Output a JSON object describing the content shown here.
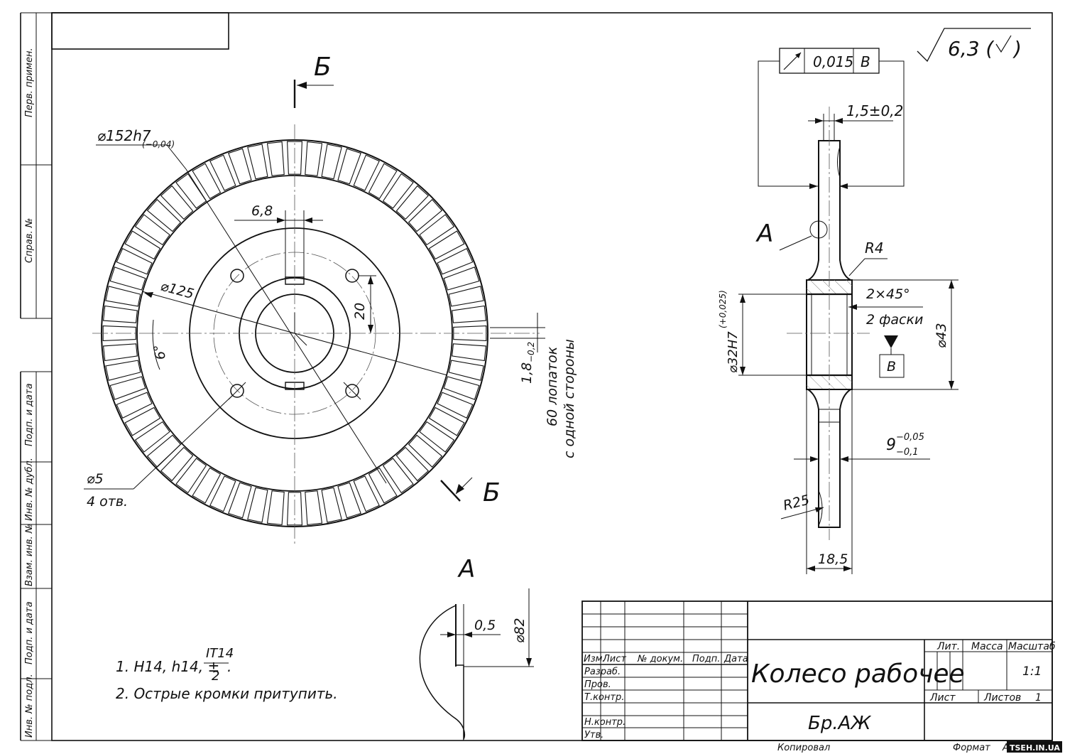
{
  "side_strip": {
    "perv_primen": "Перв. примен.",
    "sprav_no": "Справ. №",
    "podp_data_1": "Подп. и дата",
    "inv_dubl": "Инв. № дубл.",
    "vzam_inv": "Взам. инв. №",
    "podp_data_2": "Подп. и дата",
    "inv_podl": "Инв. № подл."
  },
  "roughness": {
    "value": "6,3 (",
    "close": ")"
  },
  "tolerance_frame": {
    "value": "0,015",
    "datum": "B"
  },
  "dims": {
    "width_1_5": "1,5±0,2",
    "r4": "R4",
    "chamfer": "2×45°",
    "chamfer_count": "2 фаски",
    "d43": "⌀43",
    "d32": "⌀32H7",
    "d32_tol": "(+0,025)",
    "datum_b": "B",
    "nine": "9",
    "nine_upper": "−0,05",
    "nine_lower": "−0,1",
    "r25": "R25",
    "w18_5": "18,5",
    "d152": "⌀152h7",
    "d152_tol": "(−0,04)",
    "d125": "⌀125",
    "six_eight": "6,8",
    "twenty": "20",
    "angle6": "6°",
    "one_eight": "1,8",
    "one_eight_tol": "−0,2",
    "blades_1": "60 лопаток",
    "blades_2": "с одной стороны",
    "d5": "⌀5",
    "holes": "4 отв.",
    "half_mm": "0,5",
    "d82": "⌀82"
  },
  "section_labels": {
    "b_top": "Б",
    "b_bottom": "Б",
    "a_leader": "А",
    "a_view": "А"
  },
  "notes": {
    "n1_prefix": "1. H14, h14, ±",
    "n1_num": "IT14",
    "n1_den": "2",
    "n1_dot": ".",
    "n2": "2. Острые кромки притупить."
  },
  "title_block": {
    "title": "Колесо рабочее",
    "material": "Бр.АЖ",
    "col_izm": "Изм.",
    "col_list": "Лист",
    "col_doc": "№ докум.",
    "col_podp": "Подп.",
    "col_data": "Дата",
    "row_razrab": "Разраб.",
    "row_prov": "Пров.",
    "row_tkontr": "Т.контр.",
    "row_nkontr": "Н.контр.",
    "row_utv": "Утв.",
    "lit": "Лит.",
    "massa": "Масса",
    "masshtab": "Масштаб",
    "scale_value": "1:1",
    "list": "Лист",
    "listov": "Листов",
    "listov_value": "1",
    "kopiroval": "Копировал",
    "format": "Формат",
    "format_value": "А4"
  },
  "watermark": "TSEH.IN.UA"
}
